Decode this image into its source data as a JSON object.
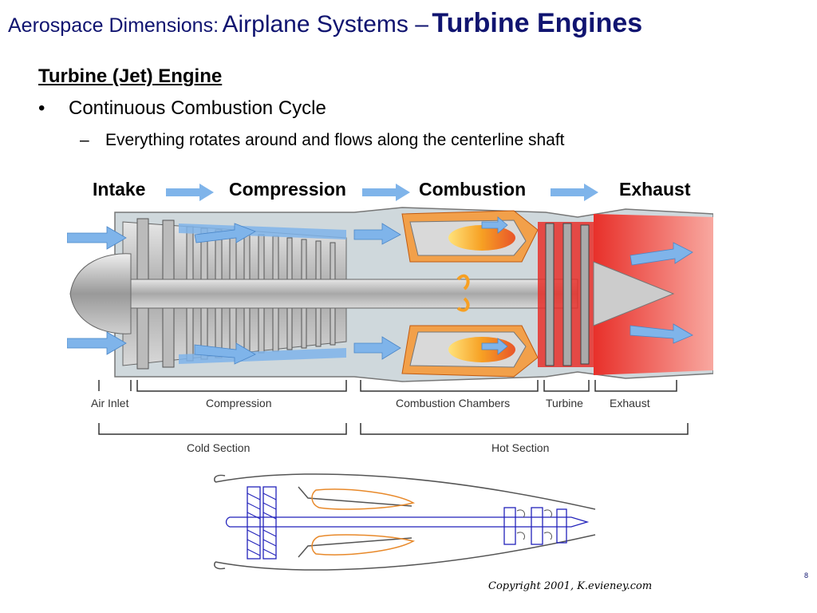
{
  "title": {
    "part1": "Aerospace Dimensions:",
    "part2": "Airplane Systems –",
    "part3": "Turbine Engines"
  },
  "content": {
    "heading": "Turbine (Jet) Engine",
    "bullet": "Continuous Combustion Cycle",
    "sub_bullet": "Everything rotates around and flows along the centerline shaft"
  },
  "stages": [
    "Intake",
    "Compression",
    "Combustion",
    "Exhaust"
  ],
  "diagram_labels": {
    "air_inlet": "Air Inlet",
    "compression": "Compression",
    "combustion_chambers": "Combustion Chambers",
    "turbine": "Turbine",
    "exhaust": "Exhaust",
    "cold_section": "Cold Section",
    "hot_section": "Hot Section"
  },
  "copyright": "Copyright 2001, K.evieney.com",
  "page_number": "8",
  "colors": {
    "title": "#101470",
    "arrow": "#7fb4ea",
    "hot_red": "#e8302a",
    "flame": "#f7a023",
    "schematic_blue": "#2222bb",
    "schematic_orange": "#e8892a"
  }
}
